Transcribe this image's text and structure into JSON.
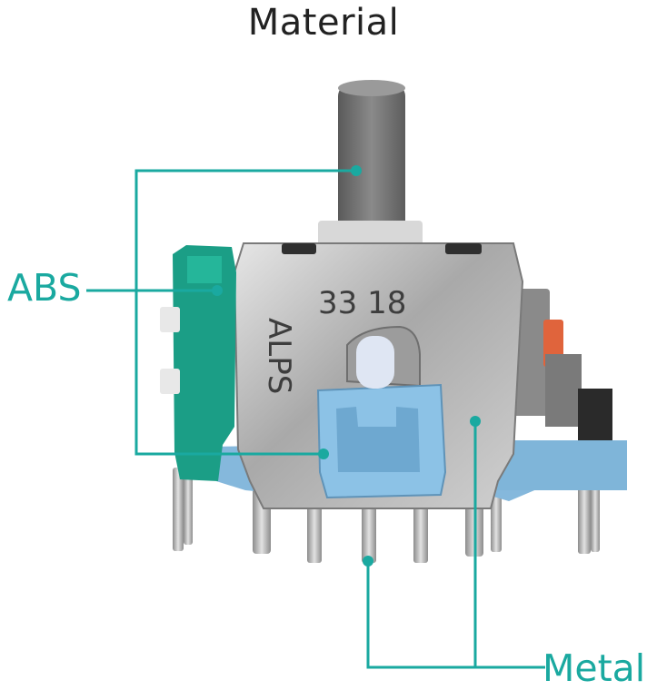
{
  "title": "Material",
  "callouts": {
    "abs_label": "ABS",
    "metal_label": "Metal"
  },
  "component_markings": {
    "brand": "ALPS",
    "code": "33 18"
  },
  "colors": {
    "callout": "#1aa9a0",
    "housing_green": "#1b9e86",
    "base_blue": "#7fb5d9",
    "metal_frame": "#bcbcbc",
    "stick_gray": "#6b6b6b"
  }
}
